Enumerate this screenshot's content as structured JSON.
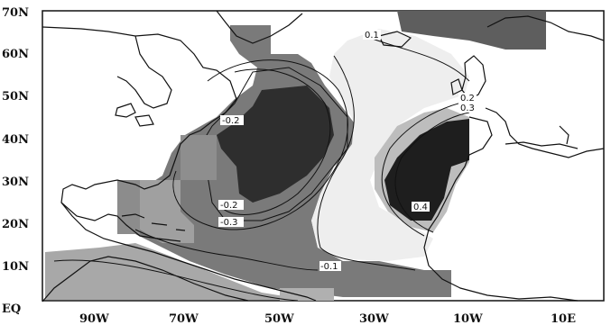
{
  "map": {
    "lat_labels": [
      "70N",
      "60N",
      "50N",
      "40N",
      "30N",
      "20N",
      "10N",
      "EQ"
    ],
    "lon_labels": [
      "90W",
      "70W",
      "50W",
      "30W",
      "10W",
      "10E"
    ],
    "contour_labels": [
      "0.1",
      "0.2",
      "0.3",
      "-0.2",
      "-0.2",
      "-0.3",
      "0.4",
      "-0.1"
    ],
    "field_levels": [
      "strong negative",
      "moderate negative",
      "weak negative",
      "weak positive",
      "moderate positive",
      "strong positive"
    ],
    "colors": {
      "strong_negative": "#2b2b2b",
      "moderate_negative": "#6b6b6b",
      "weak_negative": "#9a9a9a",
      "weak_positive": "#f0f0f0",
      "moderate_positive": "#c4c4c4",
      "strong_positive": "#202020",
      "coast": "#111111",
      "frame": "#111111"
    }
  }
}
